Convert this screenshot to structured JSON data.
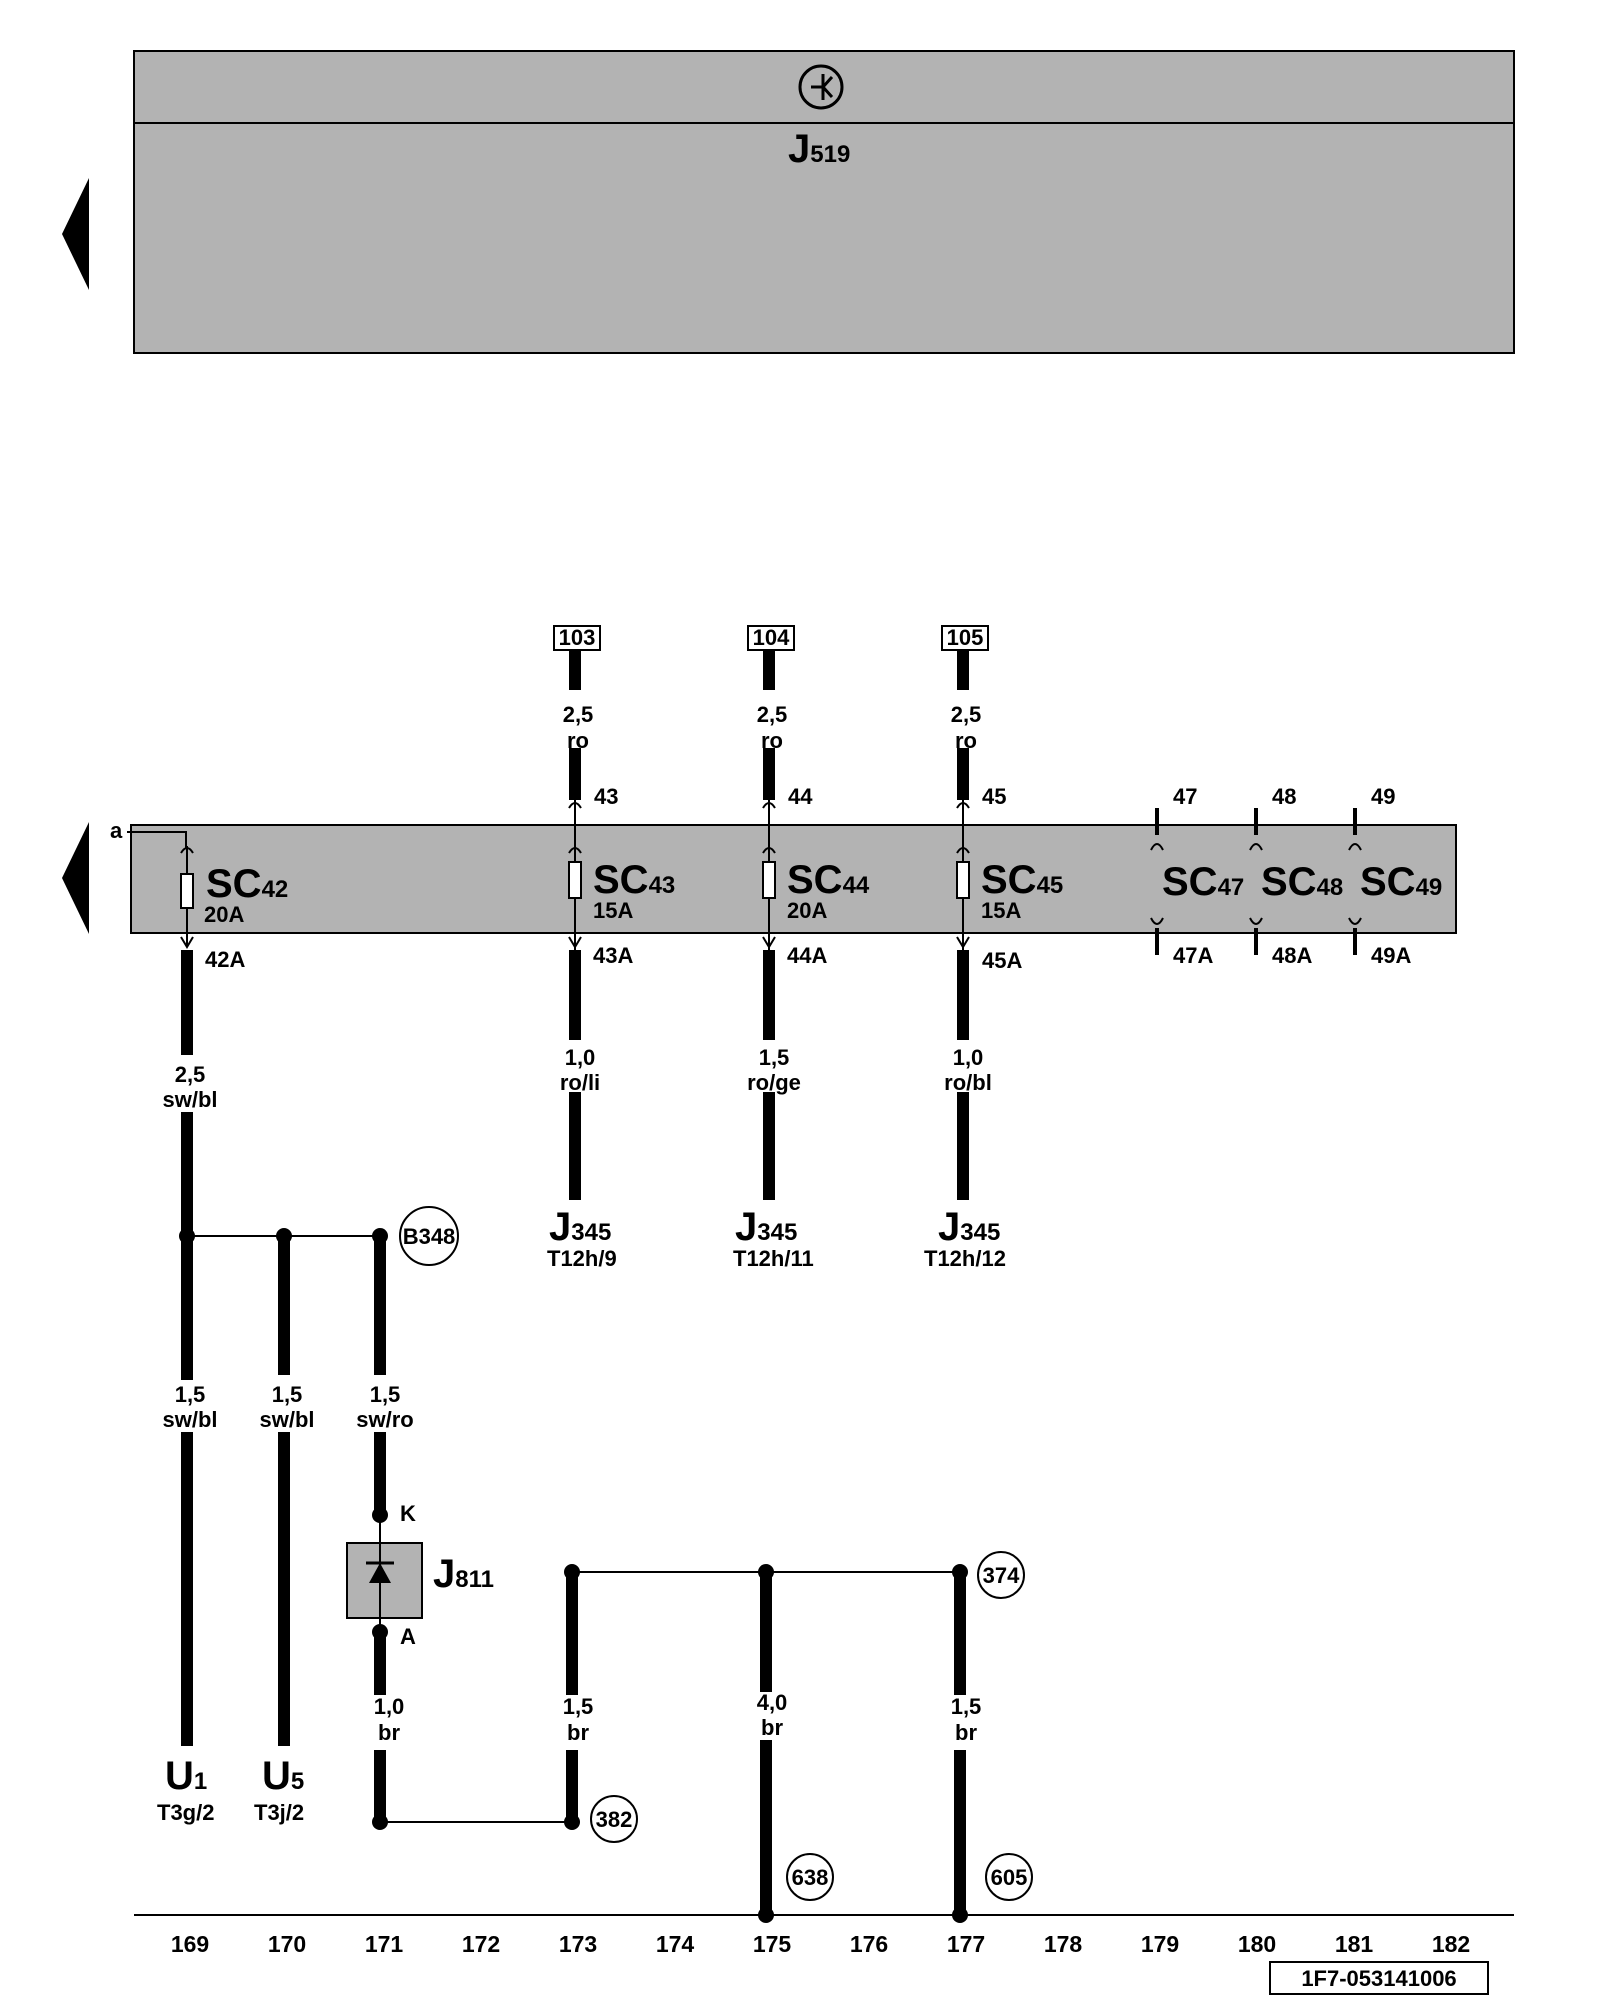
{
  "top_panel": {
    "symbol": "ground-symbol",
    "component": "J",
    "component_sub": "519"
  },
  "fuse_box": {
    "tag": "a",
    "fuses": [
      {
        "prefix": "SC",
        "num": "42",
        "rating": "20A",
        "out": "42A"
      },
      {
        "prefix": "SC",
        "num": "43",
        "rating": "15A",
        "in": "43",
        "out": "43A"
      },
      {
        "prefix": "SC",
        "num": "44",
        "rating": "20A",
        "in": "44",
        "out": "44A"
      },
      {
        "prefix": "SC",
        "num": "45",
        "rating": "15A",
        "in": "45",
        "out": "45A"
      },
      {
        "prefix": "SC",
        "num": "47",
        "in": "47",
        "out": "47A"
      },
      {
        "prefix": "SC",
        "num": "48",
        "in": "48",
        "out": "48A"
      },
      {
        "prefix": "SC",
        "num": "49",
        "in": "49",
        "out": "49A"
      }
    ]
  },
  "refs": [
    "103",
    "104",
    "105"
  ],
  "wires": {
    "ref103": {
      "size": "2,5",
      "color": "ro"
    },
    "ref104": {
      "size": "2,5",
      "color": "ro"
    },
    "ref105": {
      "size": "2,5",
      "color": "ro"
    },
    "sc42": {
      "size": "2,5",
      "color": "sw/bl"
    },
    "sc43": {
      "size": "1,0",
      "color": "ro/li"
    },
    "sc44": {
      "size": "1,5",
      "color": "ro/ge"
    },
    "sc45": {
      "size": "1,0",
      "color": "ro/bl"
    },
    "u1": {
      "size": "1,5",
      "color": "sw/bl"
    },
    "u5": {
      "size": "1,5",
      "color": "sw/bl"
    },
    "j811k": {
      "size": "1,5",
      "color": "sw/ro"
    },
    "j811a": {
      "size": "1,0",
      "color": "br"
    },
    "g173": {
      "size": "1,5",
      "color": "br"
    },
    "g175": {
      "size": "4,0",
      "color": "br"
    },
    "g177": {
      "size": "1,5",
      "color": "br"
    }
  },
  "destinations": [
    {
      "letter": "J",
      "sub": "345",
      "pin": "T12h/9"
    },
    {
      "letter": "J",
      "sub": "345",
      "pin": "T12h/11"
    },
    {
      "letter": "J",
      "sub": "345",
      "pin": "T12h/12"
    },
    {
      "letter": "U",
      "sub": "1",
      "pin": "T3g/2"
    },
    {
      "letter": "U",
      "sub": "5",
      "pin": "T3j/2"
    }
  ],
  "connections": [
    "B348",
    "374",
    "382",
    "638",
    "605"
  ],
  "relay": {
    "letter": "J",
    "sub": "811",
    "pin_k": "K",
    "pin_a": "A"
  },
  "columns": [
    "169",
    "170",
    "171",
    "172",
    "173",
    "174",
    "175",
    "176",
    "177",
    "178",
    "179",
    "180",
    "181",
    "182"
  ],
  "footer_code": "1F7-053141006"
}
